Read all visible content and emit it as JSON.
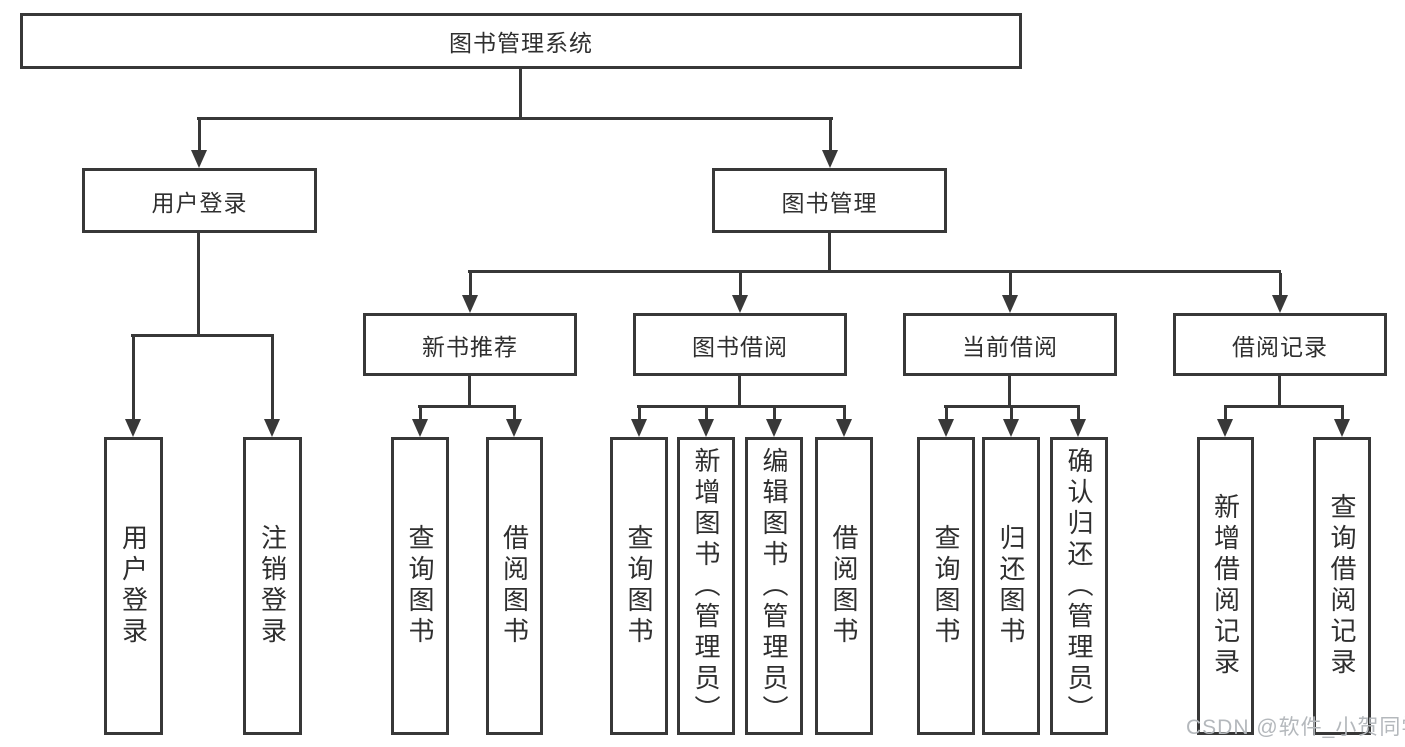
{
  "diagram": {
    "root": {
      "label": "图书管理系统"
    },
    "branches": {
      "user": {
        "label": "用户登录"
      },
      "books": {
        "label": "图书管理"
      }
    },
    "modules": [
      {
        "label": "新书推荐"
      },
      {
        "label": "图书借阅"
      },
      {
        "label": "当前借阅"
      },
      {
        "label": "借阅记录"
      }
    ],
    "leaves": {
      "user": [
        "用户登录",
        "注销登录"
      ],
      "recommend": [
        "查询图书",
        "借阅图书"
      ],
      "borrow": [
        "查询图书",
        "新增图书（管理员）",
        "编辑图书（管理员）",
        "借阅图书"
      ],
      "current": [
        "查询图书",
        "归还图书",
        "确认归还（管理员）"
      ],
      "records": [
        "新增借阅记录",
        "查询借阅记录"
      ]
    }
  },
  "watermark": {
    "text": "CSDN @软件_小贺同学"
  },
  "colors": {
    "line": "#383838",
    "watermark": "#b4b8bc",
    "background": "#ffffff"
  }
}
